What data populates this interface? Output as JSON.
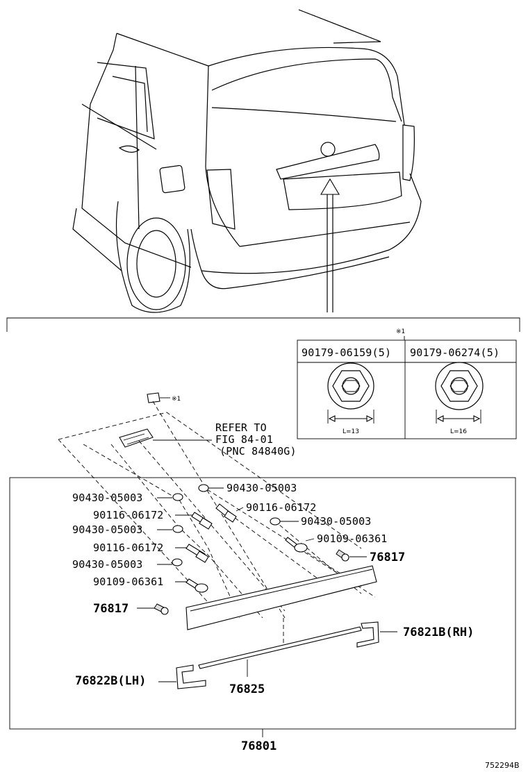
{
  "callouts": {
    "refer_line1": "REFER TO",
    "refer_line2": "FIG 84-01",
    "refer_line3": "(PNC 84840G)",
    "note_mark": "※1",
    "nut_a_part": "90179-06159(5)",
    "nut_a_len": "L=13",
    "nut_b_part": "90179-06274(5)",
    "nut_b_len": "L=16",
    "washer_r1": "90430-05003",
    "bolt_r1": "90116-06172",
    "washer_r2": "90430-05003",
    "screw_r": "90109-06361",
    "clip_r": "76817",
    "washer_l1": "90430-05003",
    "bolt_l1": "90116-06172",
    "washer_l2": "90430-05003",
    "bolt_l2": "90116-06172",
    "washer_l3": "90430-05003",
    "screw_l": "90109-06361",
    "clip_l": "76817",
    "end_rh": "76821B(RH)",
    "end_lh": "76822B(LH)",
    "seal": "76825",
    "assembly": "76801",
    "figure_id": "752294B"
  }
}
